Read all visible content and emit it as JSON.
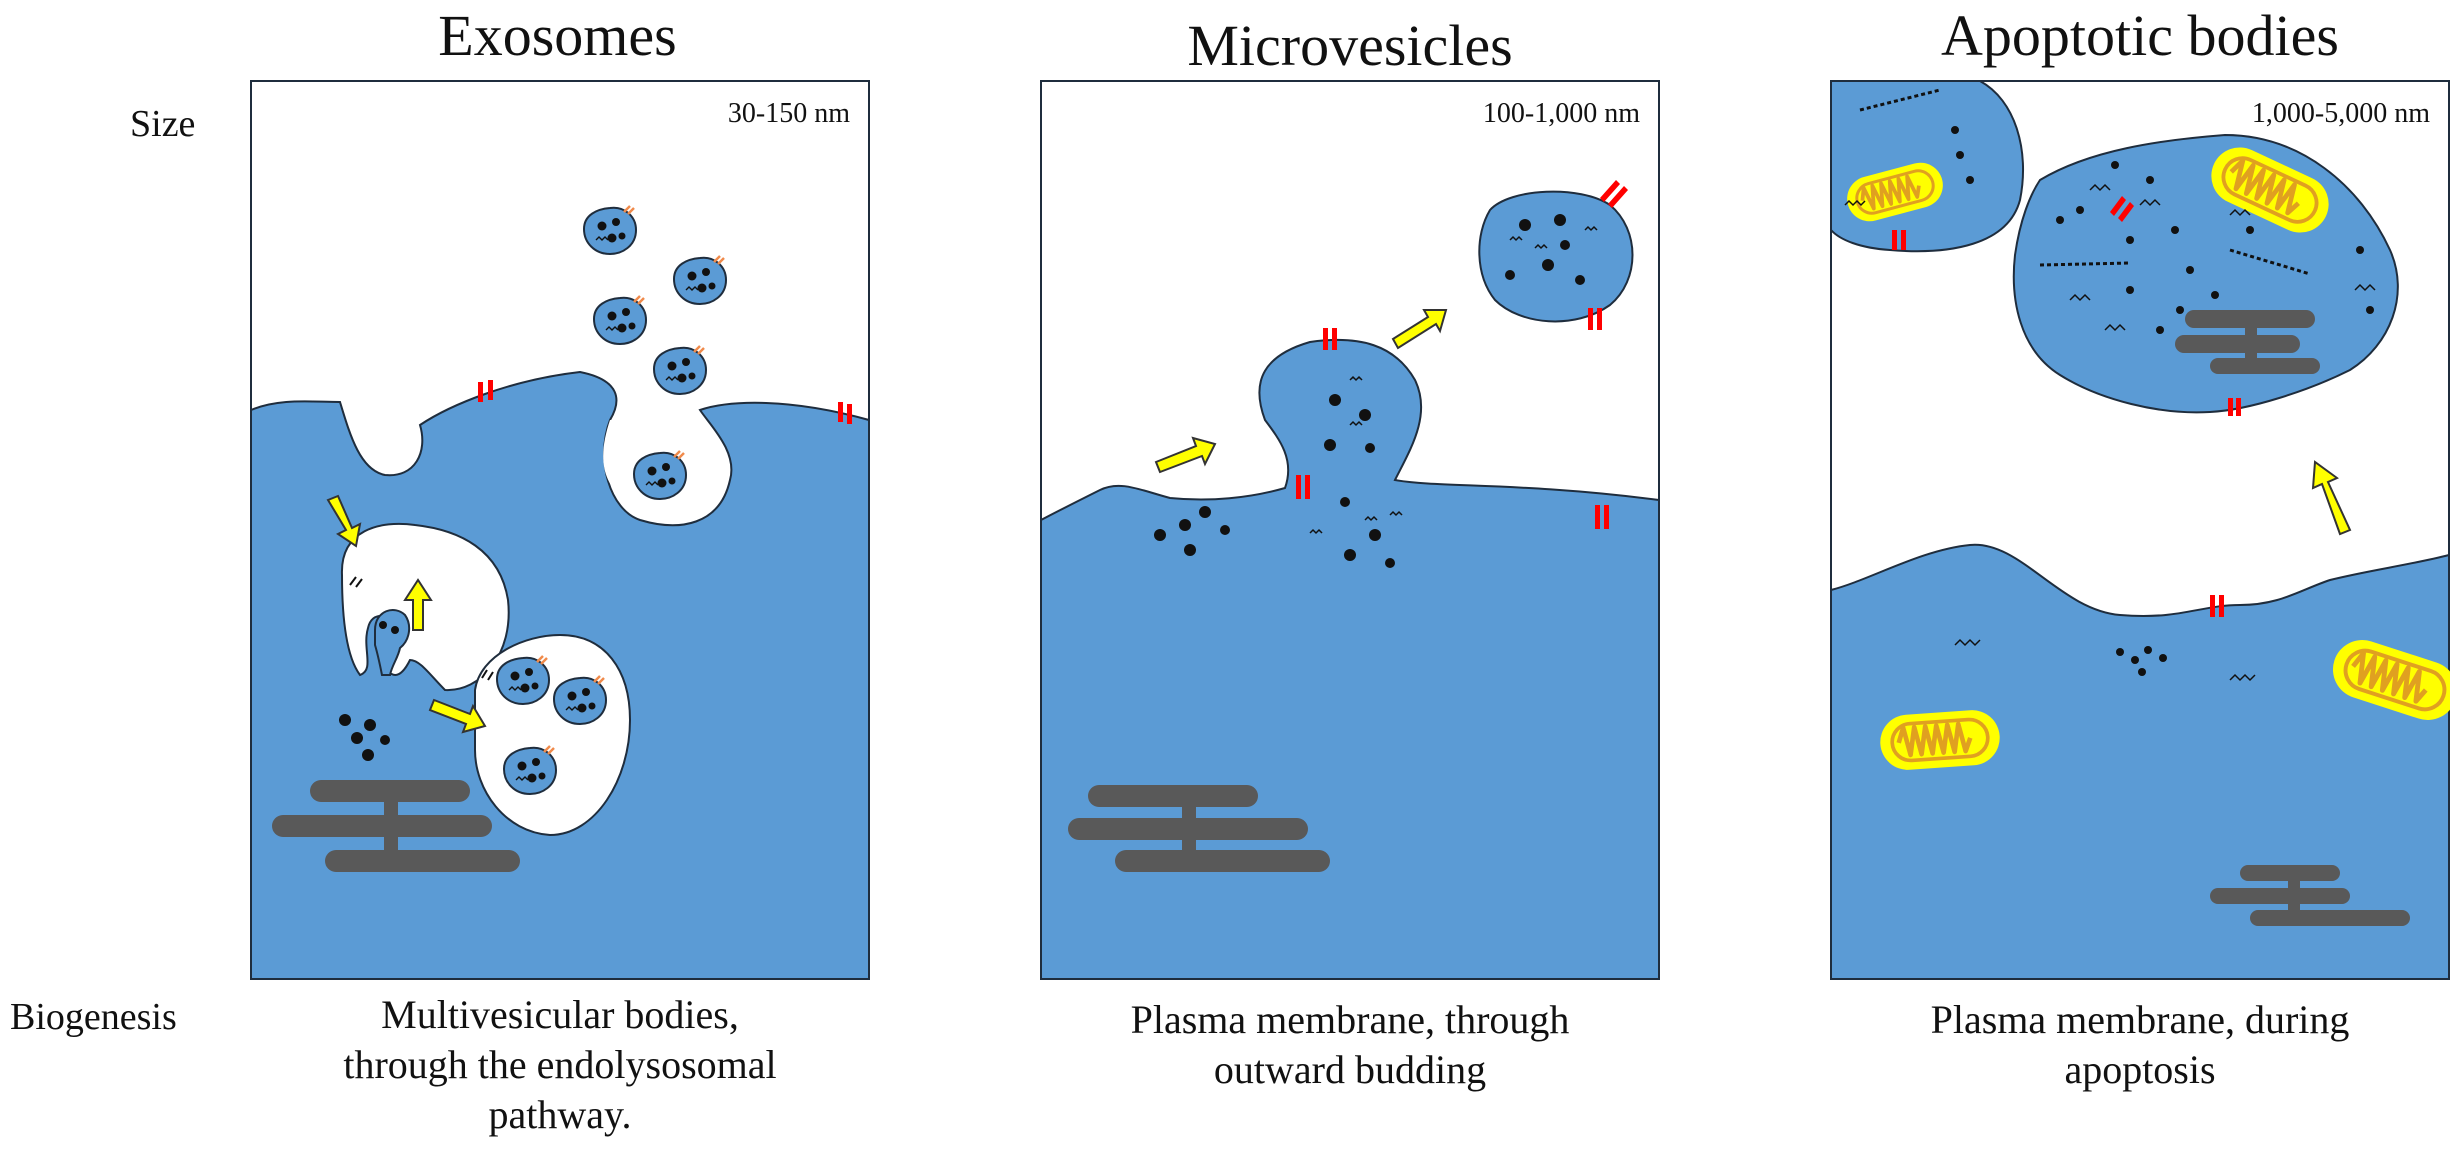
{
  "row_labels": {
    "size": "Size",
    "biogenesis": "Biogenesis"
  },
  "panels": [
    {
      "title": "Exosomes",
      "size": "30-150 nm",
      "biogenesis": [
        "Multivesicular bodies,",
        "through the endolysosomal",
        "pathway."
      ]
    },
    {
      "title": "Microvesicles",
      "size": "100-1,000 nm",
      "biogenesis": [
        "Plasma membrane, through",
        "outward budding"
      ]
    },
    {
      "title": "Apoptotic bodies",
      "size": "1,000-5,000 nm",
      "biogenesis": [
        "Plasma membrane, during",
        "apoptosis"
      ]
    }
  ],
  "colors": {
    "cytoplasm": "#5b9bd5",
    "outline": "#1f2d3d",
    "arrow": "#ffff00",
    "receptor": "#ff0000",
    "golgi": "#595959",
    "mitochondria_outer": "#ffff00",
    "mitochondria_inner": "#e0a020"
  }
}
